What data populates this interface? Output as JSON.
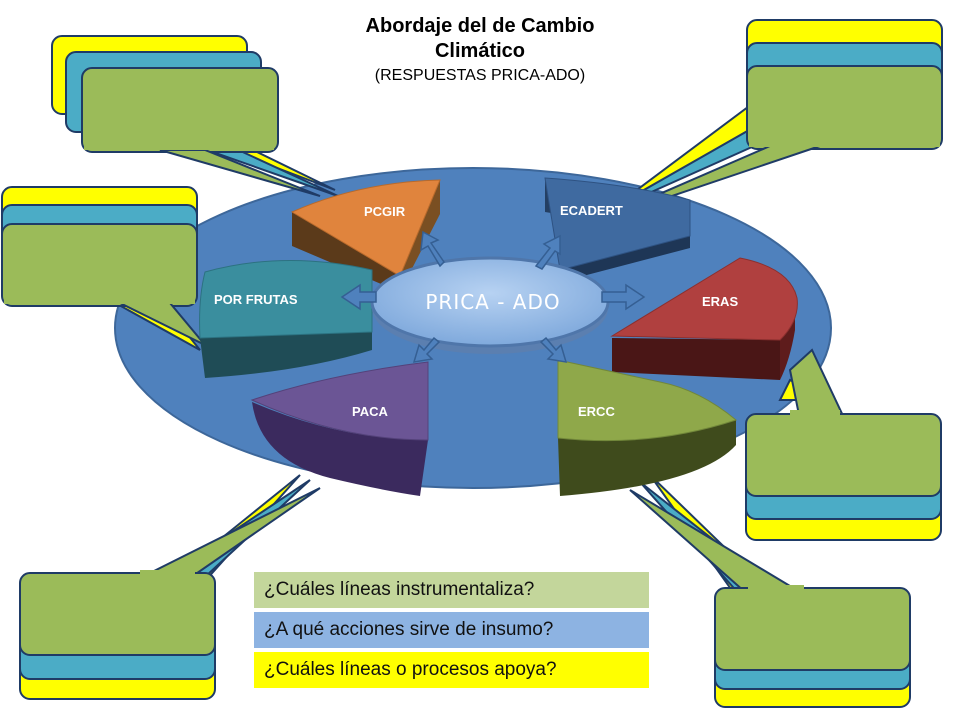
{
  "title": {
    "line1": "Abordaje del de Cambio",
    "line2": "Climático",
    "subtitle": "(RESPUESTAS PRICA-ADO)"
  },
  "hub": {
    "label": "PRICA - ADO"
  },
  "segments": {
    "pcgir": "PCGIR",
    "ecadert": "ECADERT",
    "eras": "ERAS",
    "ercc": "ERCC",
    "paca": "PACA",
    "por_frutas": "POR FRUTAS"
  },
  "legend": {
    "green": "¿Cuáles líneas instrumentaliza?",
    "blue": "¿A qué acciones sirve de insumo?",
    "yellow": "¿Cuáles líneas o procesos apoya?"
  },
  "colors": {
    "callout_green": "#9bbb59",
    "callout_blue": "#4bacc6",
    "callout_yellow": "#ffff00",
    "platter": "#4f81bd",
    "hub": "#8db3e2",
    "pcgir": "#e0843d",
    "ecadert": "#3f6aa0",
    "eras": "#b0403f",
    "ercc": "#8fa84a",
    "paca": "#6b5595",
    "por_frutas": "#3a8e9e"
  }
}
